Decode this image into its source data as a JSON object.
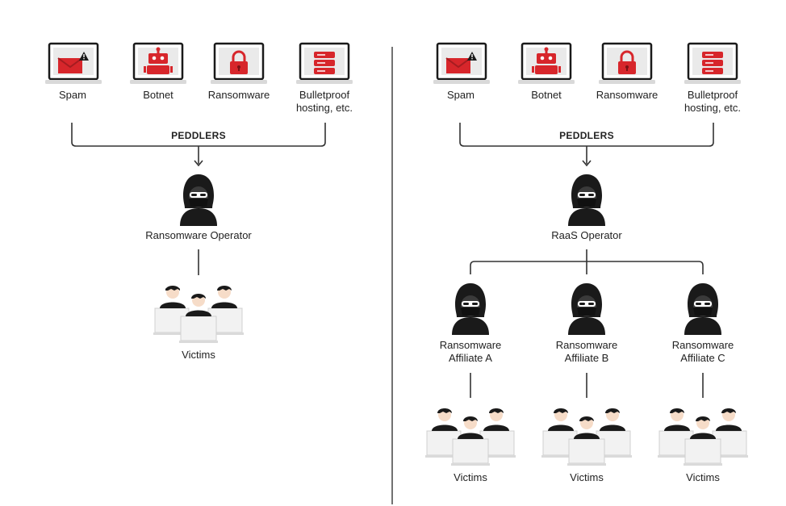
{
  "colors": {
    "accent": "#d7262b",
    "ink": "#1a1a1a",
    "line": "#333333"
  },
  "left": {
    "tools": [
      {
        "label": "Spam",
        "icon": "spam-laptop-icon"
      },
      {
        "label": "Botnet",
        "icon": "botnet-laptop-icon"
      },
      {
        "label": "Ransomware",
        "icon": "ransomware-laptop-icon"
      },
      {
        "label": "Bulletproof hosting, etc.",
        "icon": "server-laptop-icon"
      }
    ],
    "group_label": "PEDDLERS",
    "operator_label": "Ransomware Operator",
    "victims_label": "Victims"
  },
  "right": {
    "tools": [
      {
        "label": "Spam",
        "icon": "spam-laptop-icon"
      },
      {
        "label": "Botnet",
        "icon": "botnet-laptop-icon"
      },
      {
        "label": "Ransomware",
        "icon": "ransomware-laptop-icon"
      },
      {
        "label": "Bulletproof hosting, etc.",
        "icon": "server-laptop-icon"
      }
    ],
    "group_label": "PEDDLERS",
    "operator_label": "RaaS Operator",
    "affiliates": [
      {
        "label": "Ransomware Affiliate A",
        "victims_label": "Victims"
      },
      {
        "label": "Ransomware Affiliate B",
        "victims_label": "Victims"
      },
      {
        "label": "Ransomware Affiliate C",
        "victims_label": "Victims"
      }
    ]
  }
}
